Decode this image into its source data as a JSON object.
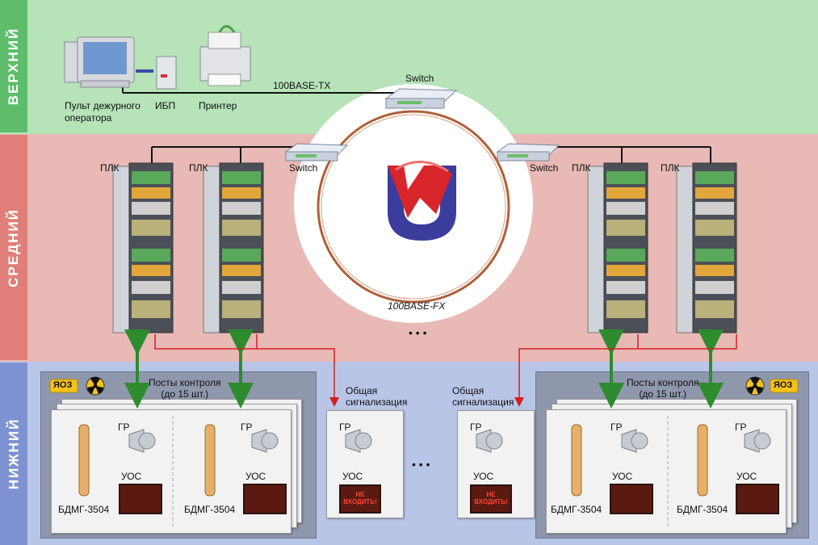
{
  "tiers": {
    "upper": "ВЕРХНИЙ",
    "middle": "СРЕДНИЙ",
    "lower": "НИЖНИЙ"
  },
  "upper": {
    "operator": "Пульт дежурного оператора",
    "operator_l1": "Пульт дежурного",
    "operator_l2": "оператора",
    "ups": "ИБП",
    "printer": "Принтер",
    "link": "100BASE-TX",
    "switch": "Switch"
  },
  "middle": {
    "plc": "ПЛК",
    "switch": "Switch",
    "ring": "100BASE-FX",
    "ellipsis": "• • •"
  },
  "lower": {
    "yoz": "ЯОЗ",
    "posts_l1": "Посты контроля",
    "posts_l2": "(до 15 шт.)",
    "common_l1": "Общая",
    "common_l2": "сигнализация",
    "gr": "ГР",
    "uos": "УОС",
    "bdmg": "БДМГ-3504",
    "sign_l1": "НЕ",
    "sign_l2": "ВХОДИТЬ!",
    "ellipsis": "• • •"
  },
  "colors": {
    "upper": "#b6e3b8",
    "upper_tab": "#5dbd6a",
    "middle": "#e8b9b5",
    "middle_tab": "#e07f7a",
    "lower": "#b9c5e6",
    "lower_tab": "#7e92d2"
  }
}
